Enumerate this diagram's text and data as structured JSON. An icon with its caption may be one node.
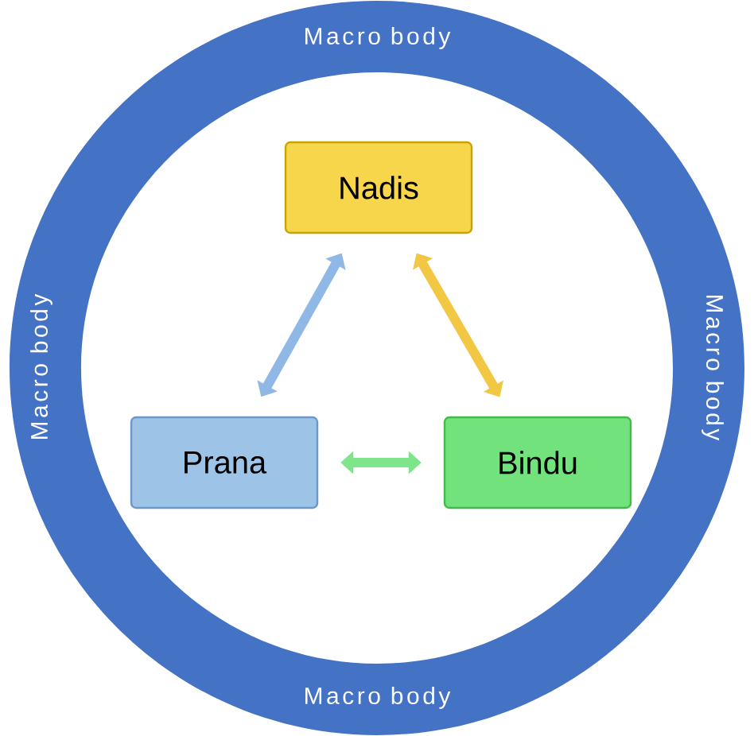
{
  "diagram": {
    "nodes": [
      {
        "text": [
          "Macro body",
          "Macro body",
          "Macro body",
          "Macro body"
        ]
      },
      {
        "text": [
          "Nadis"
        ],
        "in": 0
      },
      {
        "text": [
          "Prana"
        ],
        "in": 0
      },
      {
        "text": [
          "Bindu"
        ],
        "in": 0
      }
    ],
    "edges": [
      {
        "from": 1,
        "to": 2,
        "arrow": "both",
        "color": "#8fb8e6"
      },
      {
        "from": 1,
        "to": 3,
        "arrow": "both",
        "color": "#f2c744"
      },
      {
        "from": 2,
        "to": 3,
        "arrow": "both",
        "color": "#7ee58a"
      }
    ]
  }
}
